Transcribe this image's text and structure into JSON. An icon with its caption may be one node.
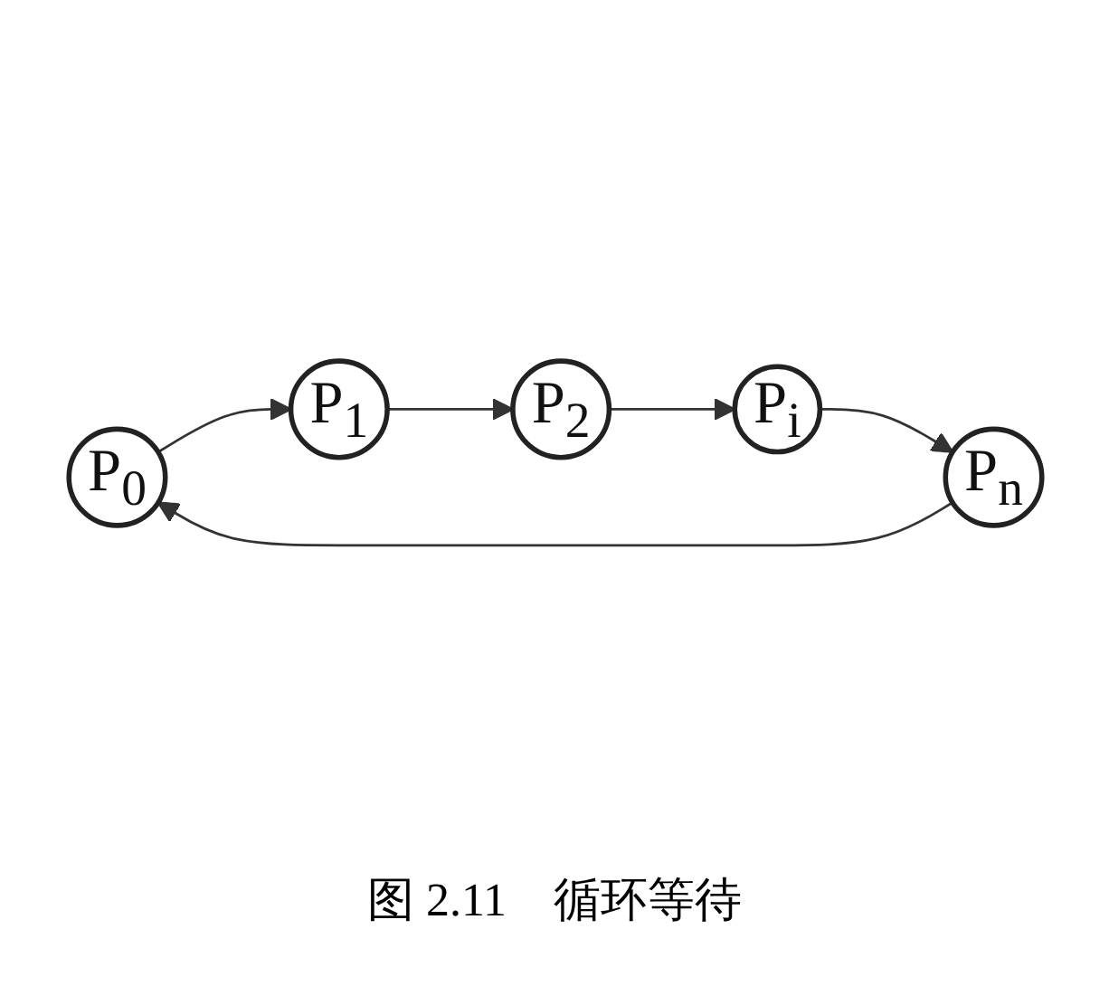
{
  "diagram": {
    "caption": "图 2.11　循环等待",
    "nodes": [
      {
        "text": [
          "P$_{0}$"
        ]
      },
      {
        "text": [
          "P$_{1}$"
        ]
      },
      {
        "text": [
          "P$_{2}$"
        ]
      },
      {
        "text": [
          "P$_{i}$"
        ]
      },
      {
        "text": [
          "P$_{n}$"
        ]
      }
    ],
    "edges": [
      {
        "from": 0,
        "to": 1,
        "arrow": "to"
      },
      {
        "from": 1,
        "to": 2,
        "arrow": "to"
      },
      {
        "from": 2,
        "to": 3,
        "arrow": "to"
      },
      {
        "from": 3,
        "to": 4,
        "arrow": "to"
      },
      {
        "from": 4,
        "to": 0,
        "arrow": "to"
      }
    ]
  }
}
